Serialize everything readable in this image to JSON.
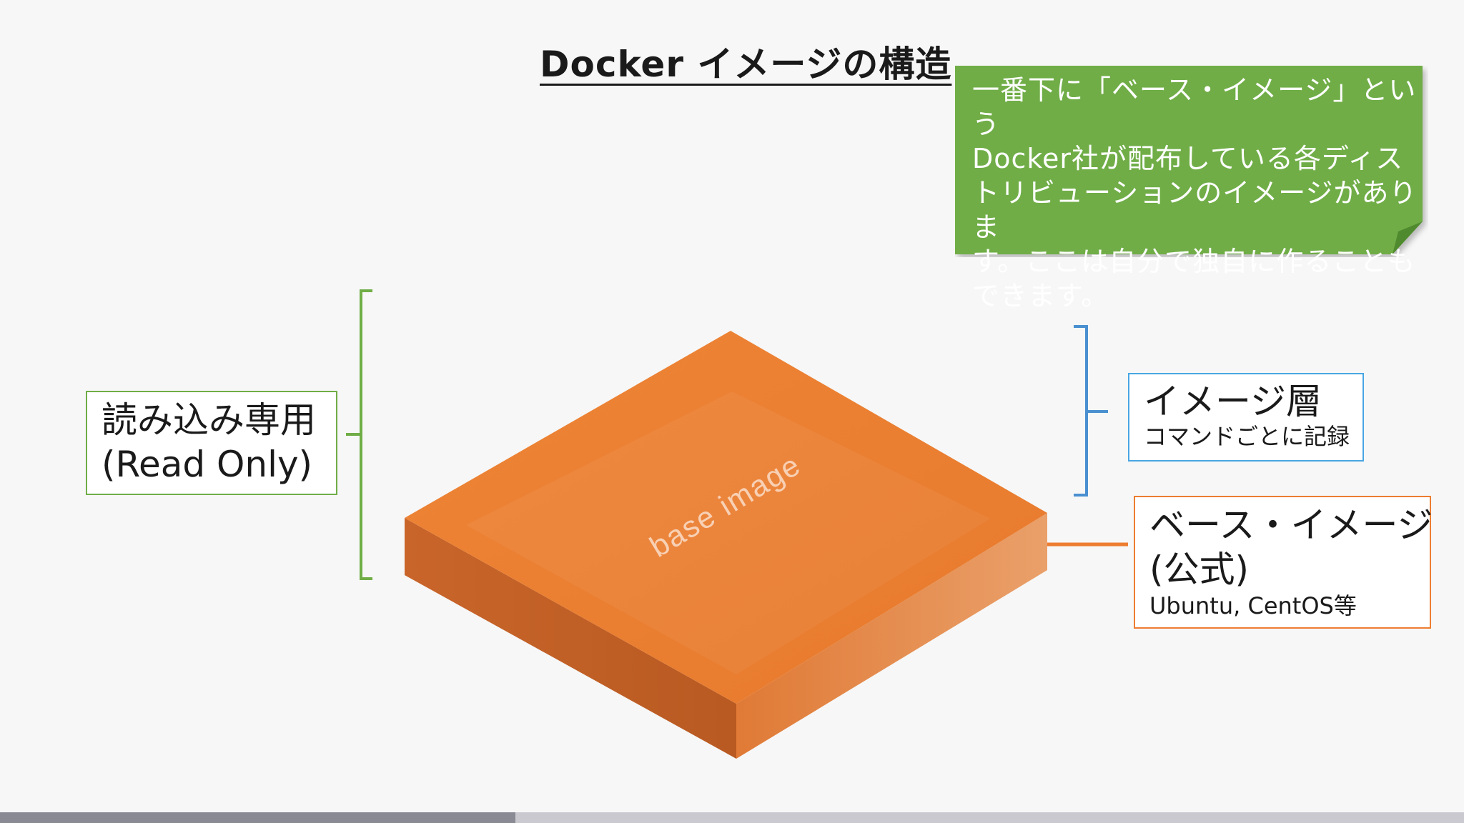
{
  "title": "Docker イメージの構造",
  "note": {
    "text": "一番下に「ベース・イメージ」という\nDocker社が配布している各ディス\nトリビューションのイメージがありま\nす。ここは自分で独自に作ることも\nできます。",
    "color": "#70ad47"
  },
  "block": {
    "label": "base image",
    "color": "#ed7d31"
  },
  "read_only": {
    "line1": "読み込み専用",
    "line2": "(Read Only)",
    "color": "#70ad47"
  },
  "image_layer": {
    "title": "イメージ層",
    "subtitle": "コマンドごとに記録",
    "color": "#4aa6e3"
  },
  "base_image": {
    "title": "ベース・イメージ",
    "title2": "(公式)",
    "subtitle": "Ubuntu, CentOS等",
    "color": "#ed7d31"
  },
  "video_progress": 0.352
}
